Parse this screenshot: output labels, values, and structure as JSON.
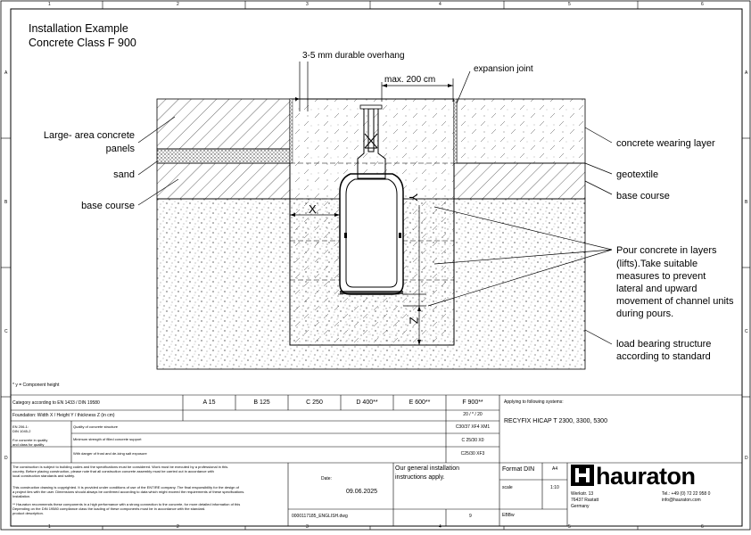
{
  "drawing": {
    "title_line1": "Installation Example",
    "title_line2": "Concrete Class F 900",
    "frame_columns": [
      "1",
      "2",
      "3",
      "4",
      "5",
      "6"
    ],
    "frame_rows": [
      "A",
      "B",
      "C",
      "D"
    ],
    "labels": {
      "overhang": "3-5 mm durable overhang",
      "expansion_joint": "expansion joint",
      "max_width": "max. 200 cm",
      "large_panels_1": "Large- area concrete",
      "large_panels_2": "panels",
      "sand": "sand",
      "base_course_left": "base course",
      "wearing_layer": "concrete wearing layer",
      "geotextile": "geotextile",
      "base_course_right": "base course",
      "pour_1": "Pour concrete in layers",
      "pour_2": "(lifts).Take suitable",
      "pour_3": "measures to prevent",
      "pour_4": "lateral and upward",
      "pour_5": "movement of channel units",
      "pour_6": "during pours.",
      "load_1": "load bearing structure",
      "load_2": "according to standard",
      "dim_x": "X",
      "dim_y": "Y",
      "dim_z": "Z",
      "component_height_note": "* y = Component height"
    }
  },
  "table": {
    "category_label": "Category according to EN 1433 / DIN 19580",
    "classes": [
      "A 15",
      "B 125",
      "C 250",
      "D 400**",
      "E 600**",
      "F 900**"
    ],
    "foundation_label": "Foundation: Width X / Height Y / thickness Z (in cm)",
    "foundation_value": "20 / * / 20",
    "din_label_1": "EN 206-1:",
    "din_label_2": "DIN 1045-2",
    "class_exposure": "Quality of concrete structure",
    "class_exposure_value": "C30/37 XF4 XM1",
    "load_concrete_1": "For concrete in quality",
    "load_concrete_2": "and class for quality",
    "min_strength_label": "Minimum strength of filled concrete support",
    "min_strength_value": "C 25/30 X0",
    "min_strength_frost_label": "With danger of frost and de-icing salt exposure",
    "min_strength_frost_value": "C25/30 XF3",
    "applying_label": "Applying to following systems:",
    "applying_systems": "RECYFIX HICAP T 2300, 3300, 5300"
  },
  "footer": {
    "disclaimer_1": "The construction is subject to building codes and the specifications must be considered. Work must be executed by a professional in this.",
    "disclaimer_2": "country. Before placing construction, please note that all construction concrete assembly must be carried out in accordance with",
    "disclaimer_3": "local construction standards and safety.",
    "disclaimer_4": "This construction drawing is copyrighted. It is provided under conditions of use of the ENTIRE company. The final responsibility for the design of",
    "disclaimer_5": "a project lies with the user. Dimensions should always be confirmed according to data which might exceed the requirements of these specifications.",
    "disclaimer_6": "Installation.",
    "disclaimer_7": "** Hauraton recommends these components in a high performance with a strong connection to the concrete, for more detailed information of this",
    "disclaimer_8": "Depending on the DIN 19580 compliance class the loading of these components must be in accordance with the standard.",
    "disclaimer_9": "product description.",
    "date_label": "Date:",
    "date_value": "09.06.2025",
    "general_1": "Our general installation",
    "general_2": "instructions apply.",
    "format_label": "Format DIN",
    "format_value": "A4",
    "scale_label": "scale",
    "scale_value": "1:10",
    "file_name": "0000117185_ENGLISH.dwg",
    "revision": "9",
    "drawn_by": "EBBw",
    "company_name": "hauraton",
    "address_1": "Werkstr. 13",
    "address_2": "76437 Rastatt",
    "address_3": "Germany",
    "phone": "Tel.: +49 (0) 72 22 958 0",
    "email": "info@hauraton.com"
  }
}
